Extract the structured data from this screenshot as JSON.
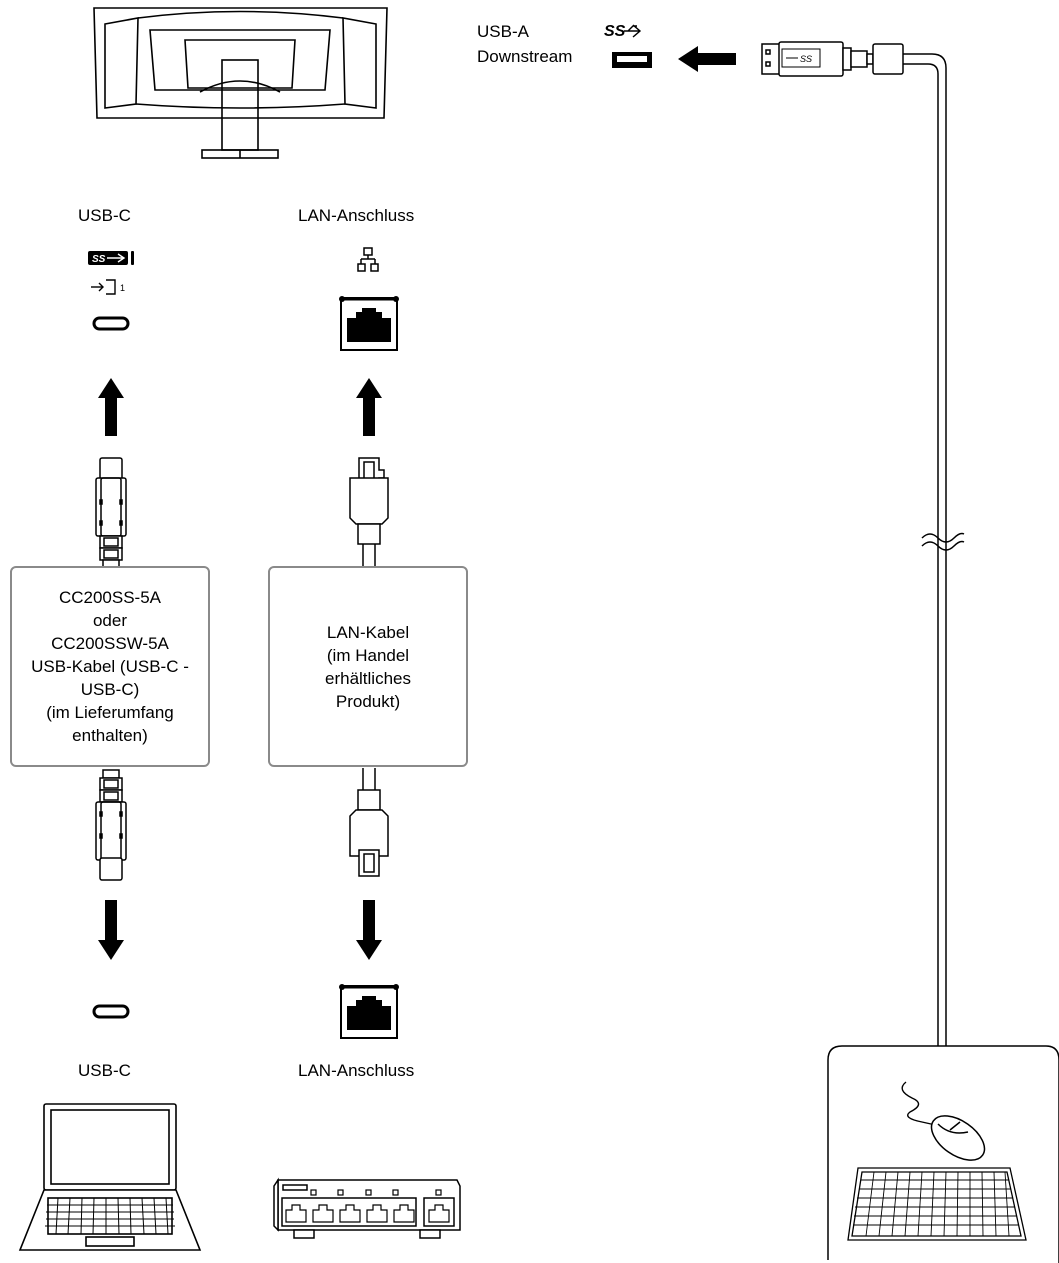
{
  "monitor": {
    "usb_a_label": "USB-A",
    "downstream_label": "Downstream",
    "usb_c_label": "USB-C",
    "lan_label": "LAN-Anschluss"
  },
  "usb_cable_box": {
    "lines": [
      "CC200SS-5A",
      "oder",
      "CC200SSW-5A",
      "USB-Kabel (USB-C -",
      "USB-C)",
      "(im Lieferumfang",
      "enthalten)"
    ]
  },
  "lan_cable_box": {
    "lines": [
      "LAN-Kabel",
      "(im Handel",
      "erhältliches",
      "Produkt)"
    ]
  },
  "computer": {
    "usb_c_label": "USB-C",
    "lan_label": "LAN-Anschluss"
  },
  "icons": {
    "ss_usb_logo_text": "SS",
    "port_number": "1"
  }
}
